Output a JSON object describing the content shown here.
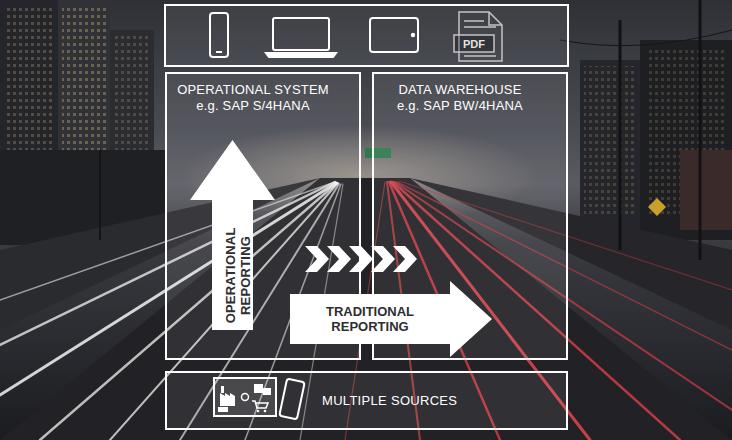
{
  "diagram": {
    "nodes": [
      {
        "text": [
          "OPERATIONAL SYSTEM",
          "e.g. SAP S/4HANA"
        ]
      },
      {
        "text": [
          "OPERATIONAL REPORTING"
        ],
        "in": 0
      },
      {
        "text": [
          "DATA WAREHOUSE",
          "e.g. SAP BW/4HANA"
        ]
      },
      {
        "text": [
          "TRADITIONAL REPORTING"
        ]
      },
      {
        "text": [
          "MULTIPLE SOURCES"
        ]
      }
    ],
    "labels": [
      "PDF"
    ]
  }
}
